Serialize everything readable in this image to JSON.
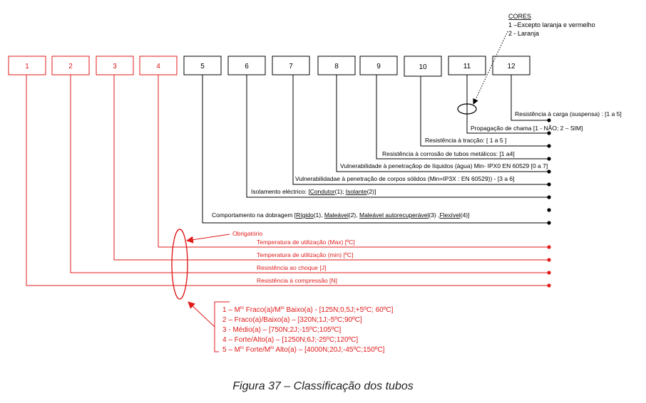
{
  "boxes": [
    {
      "n": "1",
      "color": "#e11b1b"
    },
    {
      "n": "2",
      "color": "#e11b1b"
    },
    {
      "n": "3",
      "color": "#e11b1b"
    },
    {
      "n": "4",
      "color": "#e11b1b"
    },
    {
      "n": "5",
      "color": "#000000"
    },
    {
      "n": "6",
      "color": "#000000"
    },
    {
      "n": "7",
      "color": "#000000"
    },
    {
      "n": "8",
      "color": "#000000"
    },
    {
      "n": "9",
      "color": "#000000"
    },
    {
      "n": "10",
      "color": "#000000"
    },
    {
      "n": "11",
      "color": "#000000"
    },
    {
      "n": "12",
      "color": "#000000"
    }
  ],
  "cores": {
    "title": "CORES",
    "items": [
      "1 –Excepto laranja e vermelho",
      "2 - Laranja"
    ]
  },
  "labels": {
    "box12": "Resistência à carga (suspensa) : [1 a 5]",
    "box11": "Propagação de chama [1 - NÃO; 2 – SIM]",
    "box10": "Resistência à tracção: [ 1 a 5 ]",
    "box9": "Resistência à corrosão de tubos metálicos: [1 a4]",
    "box8": "Vulnerabilidade à penetraçãop de líquidos (água) Min- IPX0 EN 60529 [0 a 7]",
    "box7": "Vulnerabilidadae à penetração de corpos sólidos (Min=IP3X : EN 60529)) - [3 a 6]",
    "box6": {
      "prefix": "Isolamento eléctrico: [",
      "opt1": "Condutor",
      "opt1_code": "(1); ",
      "opt2": "Isolante",
      "suffix": "(2)]"
    },
    "box5": {
      "prefix": "Comportamento na dobragem [",
      "opt1": "Rígido",
      "opt1_code": "(1), ",
      "opt2": "Maleável",
      "opt2_code": "(2), ",
      "opt3": "Maleável autorecuperável",
      "opt3_code": "(3) ,",
      "opt4": "Flexível",
      "suffix": "(4)]"
    },
    "box4": "Temperatura de utilização (Max) [ºC]",
    "box3": "Temperatura de utilização (min) [ºC]",
    "box2": "Resistência ao choque [J]",
    "box1": "Resistência à compressão [N]"
  },
  "obrigatorio": "Obrigatório",
  "levels": [
    {
      "prefix": "1 – M",
      "sup1": "to",
      "mid": " Fraco(a)/M",
      "sup2": "to",
      "rest": " Baixo(a) -  [125N;0,5J;+5ºC; 60ºC]"
    },
    {
      "prefix": "2 – Fraco(a)/Baixo(a) – [320N;1J;-5ºC;90ºC]",
      "sup1": "",
      "mid": "",
      "sup2": "",
      "rest": ""
    },
    {
      "prefix": "3 - Médio(a) – [750N;2J;-15ºC;105ºC]",
      "sup1": "",
      "mid": "",
      "sup2": "",
      "rest": ""
    },
    {
      "prefix": "4 – Forte/Alto(a) – [1250N;6J;-25ºC;120ºC]",
      "sup1": "",
      "mid": "",
      "sup2": "",
      "rest": ""
    },
    {
      "prefix": "5 – M",
      "sup1": "to",
      "mid": " Forte/M",
      "sup2": "to",
      "rest": " Alto(a) – [4000N;20J;-45ºC;150ºC]"
    }
  ],
  "caption": "Figura 37 – Classificação dos tubos",
  "colors": {
    "red": "#e11b1b",
    "black": "#000000",
    "caption": "#222222"
  }
}
